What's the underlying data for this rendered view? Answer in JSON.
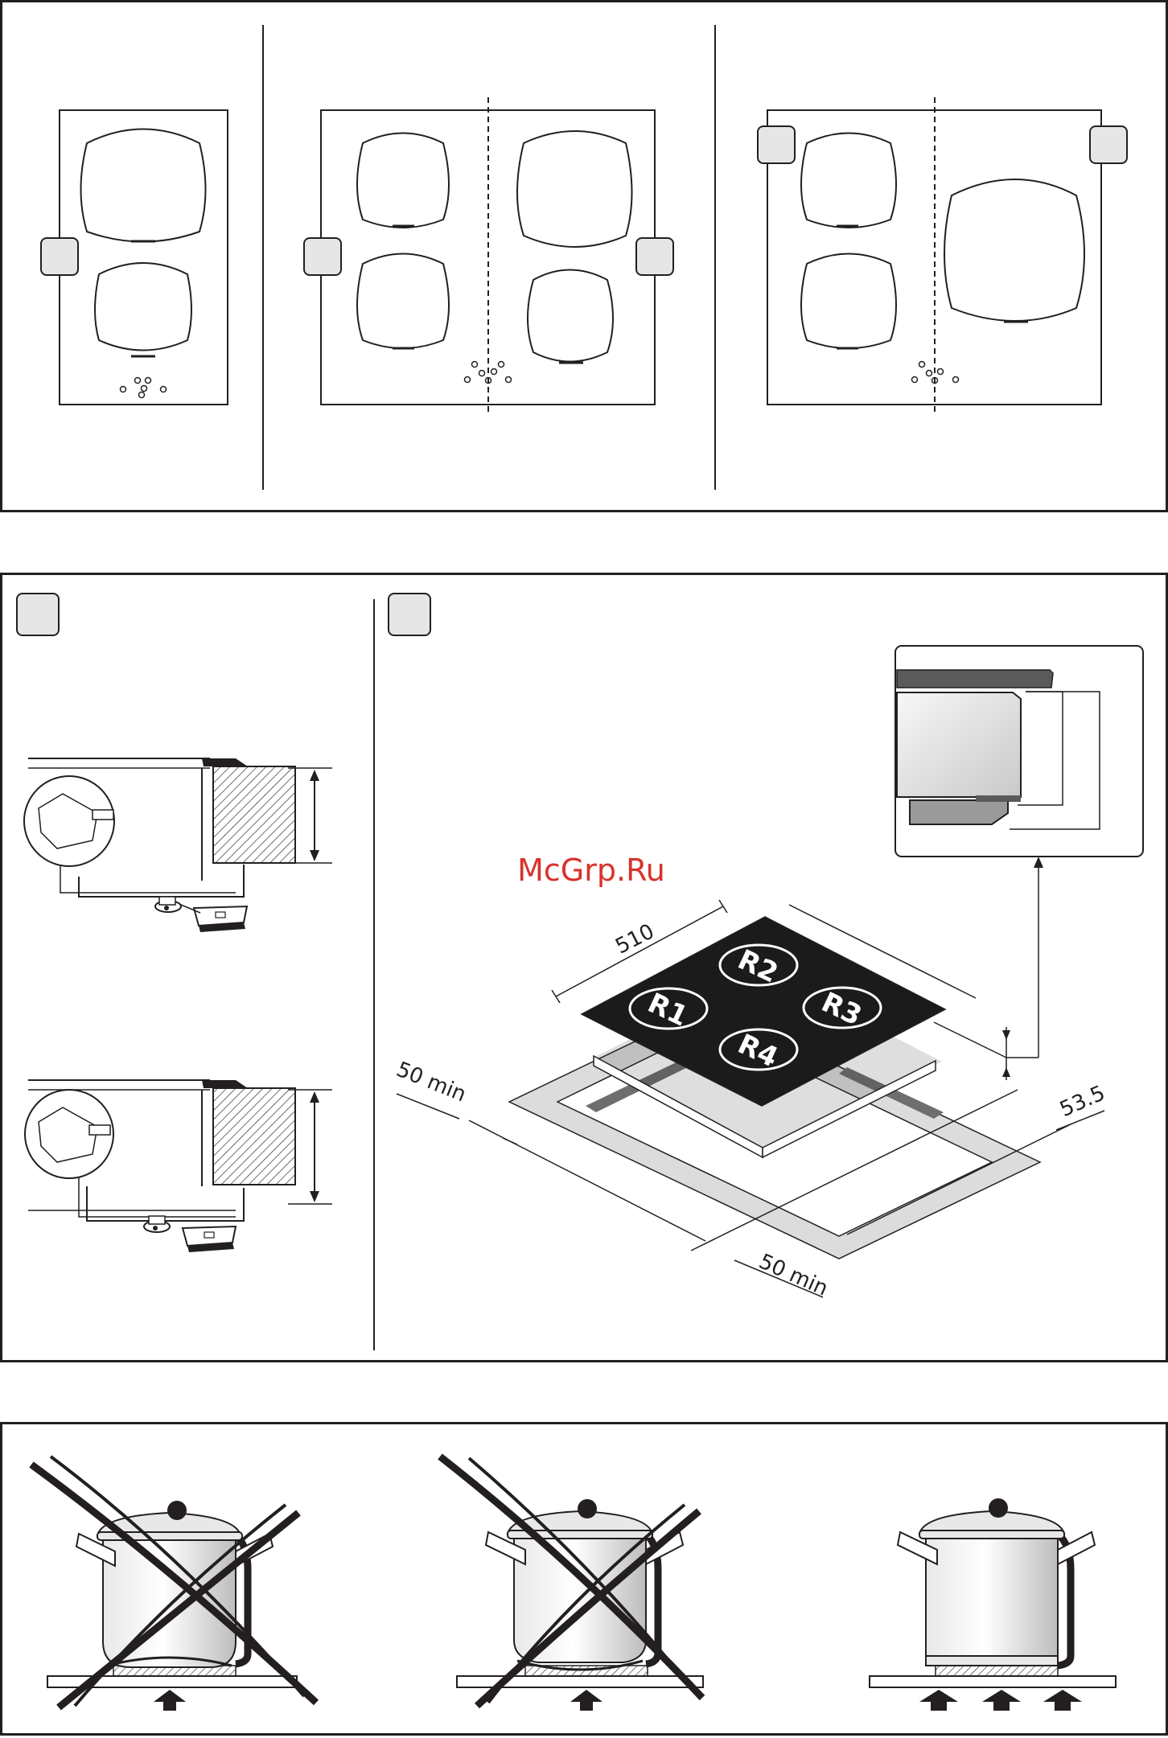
{
  "watermark": "McGrp.Ru",
  "dimensions": {
    "width": "510",
    "gap_left": "50 min",
    "gap_front": "50 min",
    "depth": "53.5"
  },
  "zones": [
    "R1",
    "R2",
    "R3",
    "R4"
  ],
  "colors": {
    "line": "#231f20",
    "badge_fill": "#e6e6e7",
    "cutout": "#dcdcdc",
    "hob": "#1b1b1b",
    "watermark": "#d9322c"
  },
  "icons": [
    "callout-badge-icon",
    "pot-icon",
    "cross-icon",
    "arrow-up-icon",
    "bracket-icon"
  ]
}
